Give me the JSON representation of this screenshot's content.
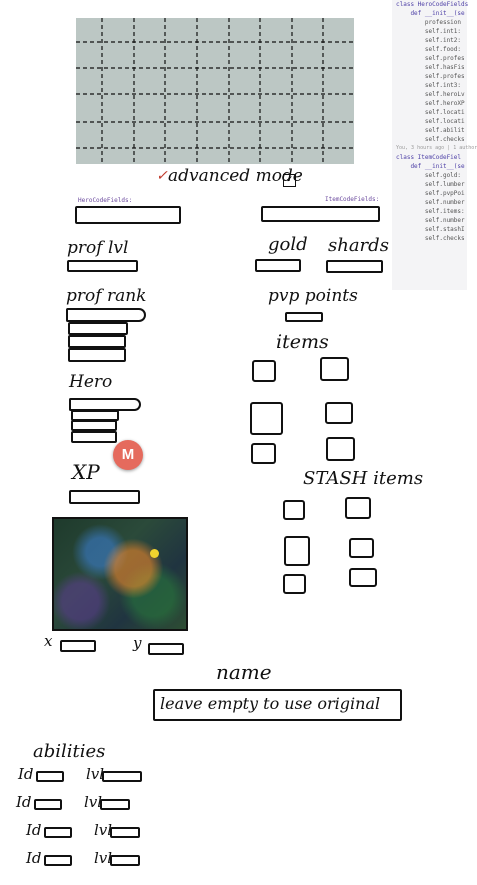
{
  "advanced_mode": {
    "check_mark": "✓",
    "label": "advanced mode",
    "checked": true
  },
  "hero_fields_tag": "HeroCodeFields:",
  "item_fields_tag": "ItemCodeFields:",
  "labels": {
    "prof_lvl": "prof lvl",
    "prof_rank": "prof rank",
    "hero": "Hero",
    "xp": "XP",
    "gold": "gold",
    "shards": "shards",
    "pvp_points": "pvp points",
    "items": "items",
    "stash_items": "STASH items",
    "x": "x",
    "y": "y",
    "name": "name",
    "abilities": "abilities"
  },
  "name_placeholder": "leave empty to use original",
  "abilities_rows": [
    {
      "id_label": "Id",
      "lvl_label": "lvl"
    },
    {
      "id_label": "Id",
      "lvl_label": "lvl"
    },
    {
      "id_label": "Id",
      "lvl_label": "lvl"
    },
    {
      "id_label": "Id",
      "lvl_label": "lvl"
    }
  ],
  "avatar_initial": "M",
  "code_panel": {
    "lines": [
      "class HeroCodeFields",
      "    def __init__(se",
      "        profession",
      "        self.int1:",
      "        self.int2:",
      "        self.food:",
      "        self.profes",
      "        self.hasFis",
      "        self.profes",
      "        self.int3:",
      "        self.heroLv",
      "        self.heroXP",
      "        self.locati",
      "        self.locati",
      "        self.abilit",
      "        self.checks",
      "",
      "",
      "",
      "You, 3 hours ago | 1 author",
      "class ItemCodeFiel",
      "    def __init__(se",
      "        self.gold:",
      "        self.lumber",
      "        self.pvpPoi",
      "        self.number",
      "        self.items:",
      "        self.number",
      "        self.stashI",
      "        self.checks"
    ]
  },
  "colors": {
    "avatar": "#e56a5d",
    "grid_bg": "#bcc7c4",
    "tag_text": "#6b4a9e"
  }
}
